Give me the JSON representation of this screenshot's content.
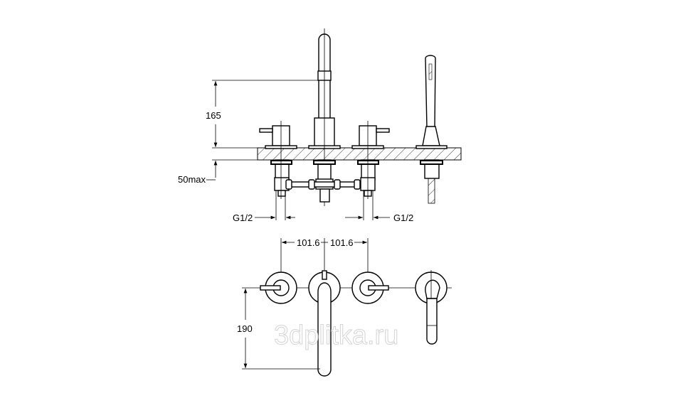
{
  "drawing": {
    "elevation": {
      "dim_height": "165",
      "dim_deck": "50max",
      "thread_left": "G1/2",
      "thread_right": "G1/2"
    },
    "plan": {
      "dim_spacing_left": "101.6",
      "dim_spacing_right": "101.6",
      "dim_spout_reach": "190"
    },
    "watermark": "3dplitka.ru"
  }
}
